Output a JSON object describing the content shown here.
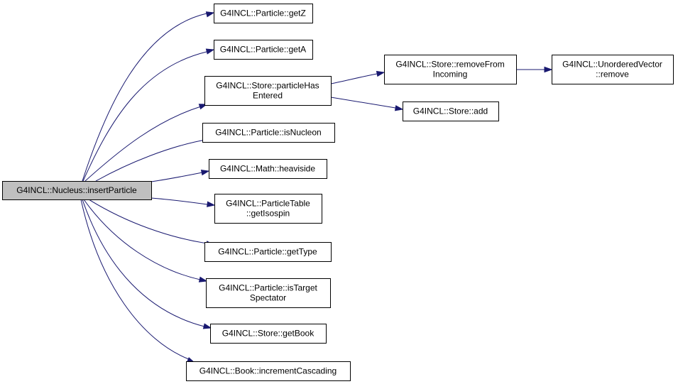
{
  "diagram": {
    "nodes": [
      {
        "id": "root",
        "label": "G4INCL::Nucleus::insertParticle",
        "is_root": true
      },
      {
        "id": "getZ",
        "label": "G4INCL::Particle::getZ"
      },
      {
        "id": "getA",
        "label": "G4INCL::Particle::getA"
      },
      {
        "id": "particleHasEntered",
        "label": "G4INCL::Store::particleHas\nEntered"
      },
      {
        "id": "isNucleon",
        "label": "G4INCL::Particle::isNucleon"
      },
      {
        "id": "heaviside",
        "label": "G4INCL::Math::heaviside"
      },
      {
        "id": "getIsospin",
        "label": "G4INCL::ParticleTable\n::getIsospin"
      },
      {
        "id": "getType",
        "label": "G4INCL::Particle::getType"
      },
      {
        "id": "isTargetSpectator",
        "label": "G4INCL::Particle::isTarget\nSpectator"
      },
      {
        "id": "getBook",
        "label": "G4INCL::Store::getBook"
      },
      {
        "id": "incrementCascading",
        "label": "G4INCL::Book::incrementCascading"
      },
      {
        "id": "removeFromIncoming",
        "label": "G4INCL::Store::removeFrom\nIncoming"
      },
      {
        "id": "storeAdd",
        "label": "G4INCL::Store::add"
      },
      {
        "id": "uvRemove",
        "label": "G4INCL::UnorderedVector\n::remove"
      }
    ],
    "edges": [
      {
        "from": "root",
        "to": "getZ"
      },
      {
        "from": "root",
        "to": "getA"
      },
      {
        "from": "root",
        "to": "particleHasEntered"
      },
      {
        "from": "root",
        "to": "isNucleon"
      },
      {
        "from": "root",
        "to": "heaviside"
      },
      {
        "from": "root",
        "to": "getIsospin"
      },
      {
        "from": "root",
        "to": "getType"
      },
      {
        "from": "root",
        "to": "isTargetSpectator"
      },
      {
        "from": "root",
        "to": "getBook"
      },
      {
        "from": "root",
        "to": "incrementCascading"
      },
      {
        "from": "particleHasEntered",
        "to": "removeFromIncoming"
      },
      {
        "from": "particleHasEntered",
        "to": "storeAdd"
      },
      {
        "from": "removeFromIncoming",
        "to": "uvRemove"
      }
    ],
    "colors": {
      "edge": "#191970",
      "root_fill": "#bfbfbf",
      "node_fill": "#ffffff",
      "border": "#000000"
    }
  }
}
